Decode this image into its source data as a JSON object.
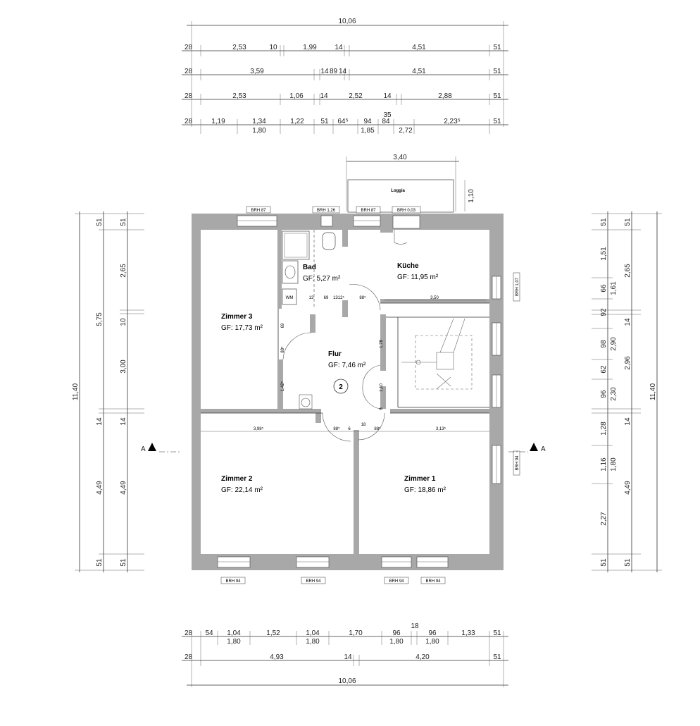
{
  "top_dimensions": {
    "overall": "10,06",
    "row1": [
      "28",
      "2,53",
      "10",
      "1,99",
      "14",
      "4,51",
      "51"
    ],
    "row2": [
      "28",
      "3,59",
      "14",
      "89",
      "14",
      "4,51",
      "51"
    ],
    "row3": [
      "28",
      "2,53",
      "1,06",
      "14",
      "2,52",
      "14",
      "2,88",
      "51"
    ],
    "row4_top": [
      "28",
      "1,19",
      "1,34",
      "1,22",
      "51",
      "64⁵",
      "94",
      "84",
      "2,23⁵",
      "51"
    ],
    "row4_extra": "35",
    "row4_bottom": [
      "1,80",
      "1,85",
      "2,72"
    ]
  },
  "loggia": {
    "width": "3,40",
    "label": "Loggia",
    "depth": "1,10"
  },
  "bottom_dimensions": {
    "row1_top": [
      "28",
      "54",
      "1,04",
      "1,52",
      "1,04",
      "1,70",
      "96",
      "18",
      "96",
      "1,33",
      "51"
    ],
    "row1_bottom": [
      "1,80",
      "1,80",
      "1,80",
      "1,80"
    ],
    "row2": [
      "28",
      "4,93",
      "14",
      "4,20",
      "51"
    ],
    "overall": "10,06"
  },
  "left_dimensions": {
    "overall": "11,40",
    "outer": [
      "51",
      "5,75",
      "14",
      "4,49",
      "51"
    ],
    "inner": [
      "51",
      "2,65",
      "10",
      "3,00",
      "14",
      "4,49",
      "51"
    ]
  },
  "right_dimensions": {
    "overall": "11,40",
    "inner": [
      "51",
      "1,51",
      "66",
      "92",
      "98",
      "62",
      "96",
      "1,28",
      "1,16",
      "2,27",
      "51"
    ],
    "mid": [
      "1,61",
      "2,90",
      "2,30",
      "1,80"
    ],
    "outer": [
      "51",
      "2,65",
      "14",
      "2,96",
      "14",
      "4,49",
      "51"
    ]
  },
  "rooms": {
    "bad": {
      "name": "Bad",
      "area": "GF: 5,27 m²"
    },
    "kueche": {
      "name": "Küche",
      "area": "GF: 11,95 m²"
    },
    "zimmer3": {
      "name": "Zimmer 3",
      "area": "GF: 17,73 m²"
    },
    "flur": {
      "name": "Flur",
      "area": "GF: 7,46 m²",
      "marker": "2"
    },
    "zimmer2": {
      "name": "Zimmer 2",
      "area": "GF: 22,14 m²"
    },
    "zimmer1": {
      "name": "Zimmer 1",
      "area": "GF: 18,86 m²"
    }
  },
  "brh_labels": {
    "top": [
      "BRH  87",
      "BRH  1,26",
      "BRH  87",
      "BRH  0,03"
    ],
    "right": [
      "BRH  1,07",
      "BRH  94"
    ],
    "bottom": [
      "BRH  94",
      "BRH  94",
      "BRH  94",
      "BRH  94"
    ]
  },
  "inner_dims": {
    "d1": "3,50",
    "d2": "88⁵",
    "d3": "13",
    "d4": "69",
    "d5": "1312⁵",
    "z3a": "69",
    "z3b": "88⁵",
    "z3c": "1,42⁵",
    "flur1": "1,78",
    "flur2": "1,10",
    "flur3": "8",
    "z2w": "3,98⁵",
    "door1": "88⁵",
    "door2": "6",
    "door3": "18",
    "door4": "88⁵",
    "z1w": "3,13⁵",
    "wm": "WM"
  },
  "section_marker": {
    "left": "A",
    "right": "A"
  }
}
